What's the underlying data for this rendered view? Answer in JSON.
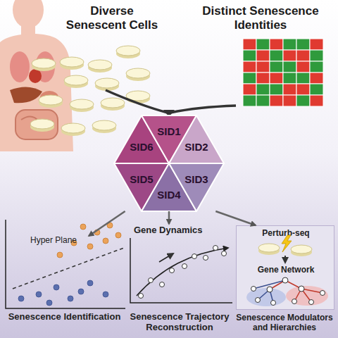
{
  "diagram": {
    "nodes": [
      {
        "text": [
          "SID6"
        ]
      },
      {
        "text": [
          "SID1"
        ]
      },
      {
        "text": [
          "SID2"
        ]
      },
      {
        "text": [
          "SID5"
        ]
      },
      {
        "text": [
          "SID4"
        ]
      },
      {
        "text": [
          "SID3"
        ]
      },
      {
        "text": [
          "Hyper Plane",
          "Senescence Identification"
        ]
      },
      {
        "text": [
          "Gene Dynamics",
          "Senescence Trajectory Reconstruction"
        ]
      },
      {
        "text": [
          "Perturb-seq",
          "Gene Network",
          "Senescence Modulators and Hierarchies"
        ]
      }
    ],
    "edges": [
      {
        "from": 3,
        "to": 6,
        "arrow": "to"
      },
      {
        "from": 4,
        "to": 7,
        "arrow": "to"
      },
      {
        "from": 5,
        "to": 8,
        "arrow": "to"
      }
    ],
    "labels": [
      "Diverse Senescent Cells",
      "Distinct Senescence Identities"
    ]
  }
}
